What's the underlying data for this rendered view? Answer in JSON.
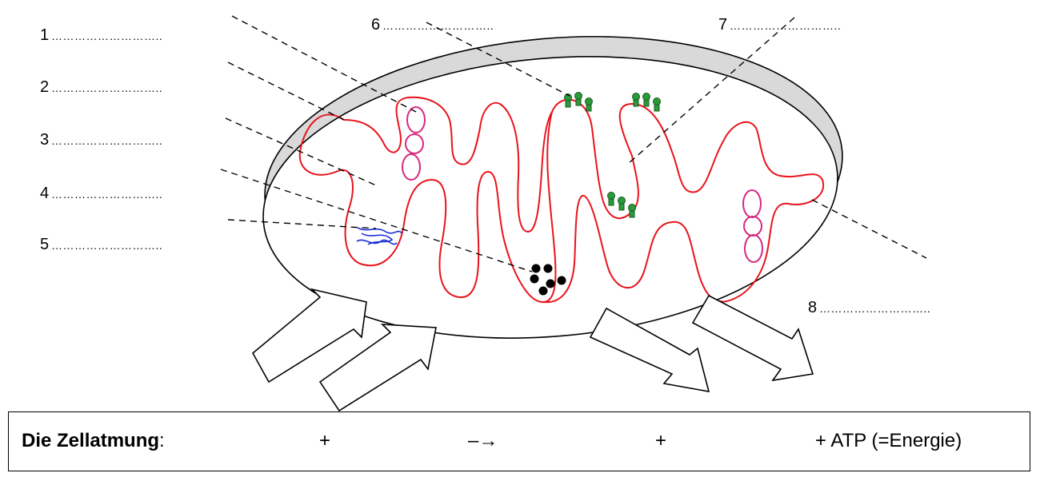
{
  "labels": [
    {
      "number": "1",
      "blank": "……………………….."
    },
    {
      "number": "2",
      "blank": "……………………….."
    },
    {
      "number": "3",
      "blank": "……………………….."
    },
    {
      "number": "4",
      "blank": "……………………….."
    },
    {
      "number": "5",
      "blank": "……………………….."
    },
    {
      "number": "6",
      "blank": "……………………….."
    },
    {
      "number": "7",
      "blank": "……………………….."
    },
    {
      "number": "8",
      "blank": "……………………….."
    }
  ],
  "equation": {
    "title": "Die Zellatmung",
    "colon": ":",
    "plus1": "+",
    "arrow": "–→",
    "plus2": "+",
    "result": "+ ATP (=Energie)"
  },
  "colors": {
    "inner_membrane": "#e8141c",
    "ribosome_granules": "#d6287f",
    "dna": "#1f2fd6",
    "atp_synthase": "#2a9a3a",
    "outer_membrane_shading": "#d9d9d9"
  }
}
